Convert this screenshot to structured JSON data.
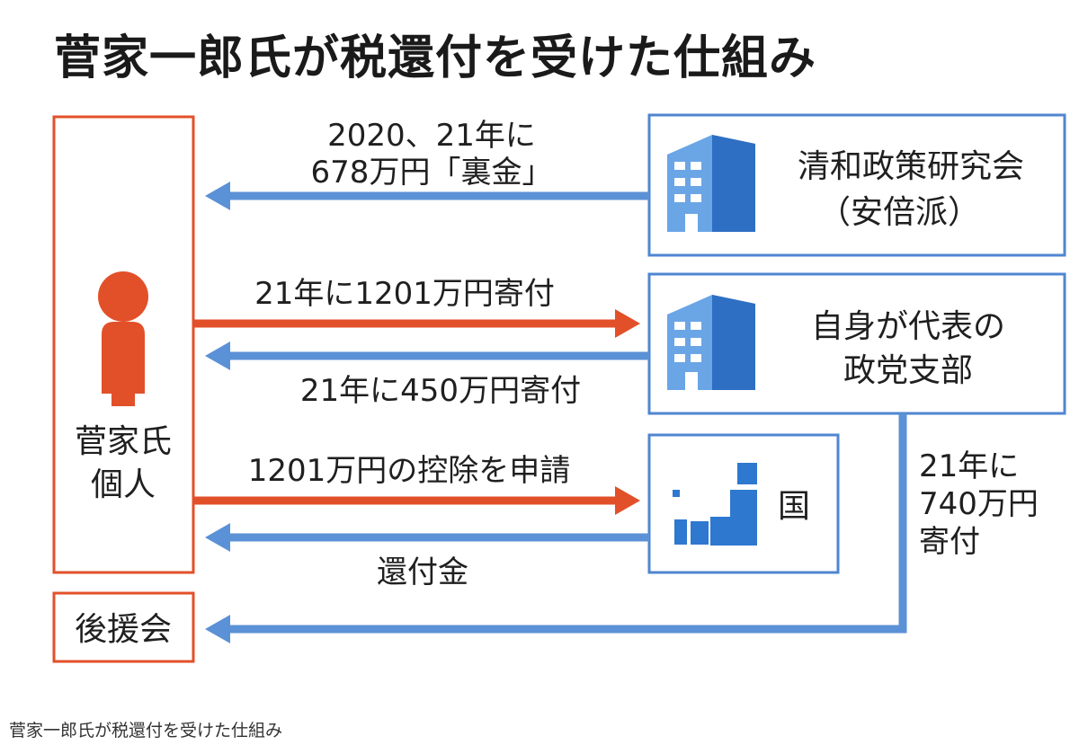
{
  "title": "菅家一郎氏が税還付を受けた仕組み",
  "caption": "菅家一郎氏が税還付を受けた仕組み",
  "colors": {
    "red": "#e2502a",
    "blue": "#5b91d6",
    "box_blue": "#4f86d0",
    "building_light": "#6aa5e6",
    "building_dark": "#2e6fc4"
  },
  "icons": {
    "person": "person-icon",
    "building": "building-icon",
    "japan": "japan-map-icon"
  },
  "nodes": {
    "individual": {
      "line1": "菅家氏",
      "line2": "個人"
    },
    "supporters": {
      "label": "後援会"
    },
    "seiwakai": {
      "line1": "清和政策研究会",
      "line2": "（安倍派）"
    },
    "branch": {
      "line1": "自身が代表の",
      "line2": "政党支部"
    },
    "country": {
      "label": "国"
    }
  },
  "flows": {
    "kickback": {
      "line1": "2020、21年に",
      "line2": "678万円「裏金」"
    },
    "donation": {
      "label": "21年に1201万円寄付"
    },
    "return_donation": {
      "label": "21年に450万円寄付"
    },
    "deduction": {
      "label": "1201万円の控除を申請"
    },
    "refund": {
      "label": "還付金"
    },
    "to_supporters": {
      "line1": "21年に",
      "line2": "740万円",
      "line3": "寄付"
    }
  }
}
